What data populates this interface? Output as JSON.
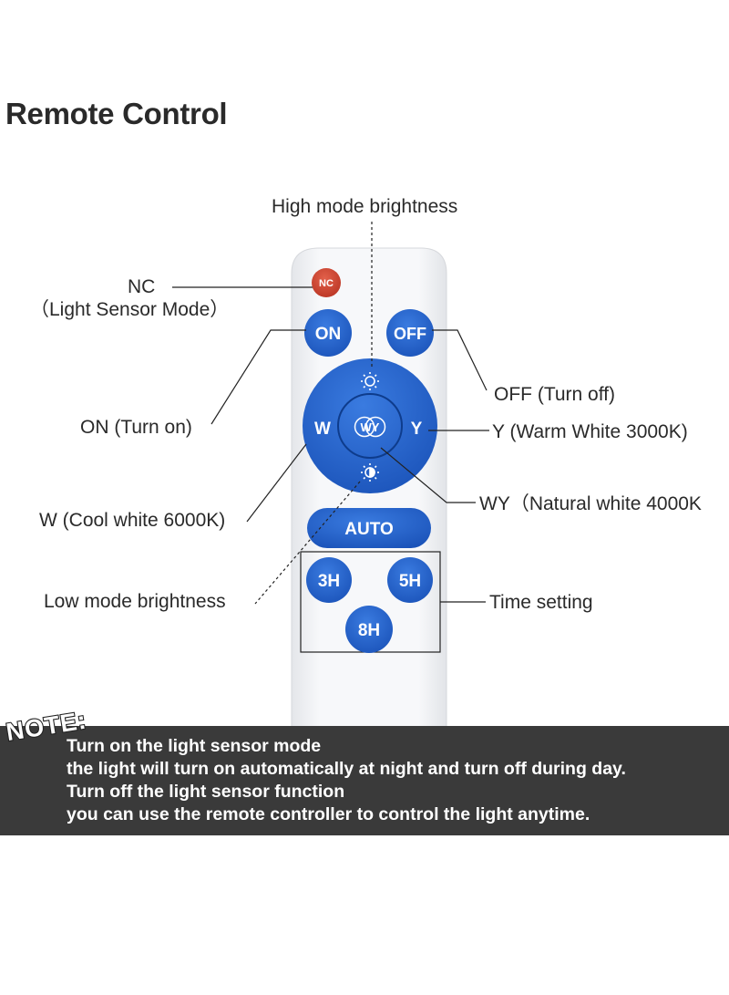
{
  "title": "Remote Control",
  "remote": {
    "nc_label": "NC",
    "on_label": "ON",
    "off_label": "OFF",
    "w_label": "W",
    "y_label": "Y",
    "wy_label": "WY",
    "auto_label": "AUTO",
    "h3_label": "3H",
    "h5_label": "5H",
    "h8_label": "8H"
  },
  "callouts": {
    "high_mode": "High mode brightness",
    "nc_line1": "NC",
    "nc_line2": "（Light Sensor Mode）",
    "off": "OFF (Turn off)",
    "on": "ON (Turn on)",
    "y": "Y (Warm White 3000K)",
    "wy": "WY（Natural white 4000K",
    "w": "W (Cool white 6000K)",
    "low_mode": "Low mode brightness",
    "time": "Time setting"
  },
  "note": {
    "badge": "NOTE:",
    "lines": [
      "Turn on the light sensor mode",
      "the light will turn on automatically at night and turn off during day.",
      "Turn off the light sensor function",
      "you can use the remote controller to control the light anytime."
    ]
  },
  "colors": {
    "button_blue": "#1f5fc9",
    "nc_red": "#d0452e",
    "remote_body": "#f3f4f6",
    "note_band": "#3a3a3a"
  }
}
